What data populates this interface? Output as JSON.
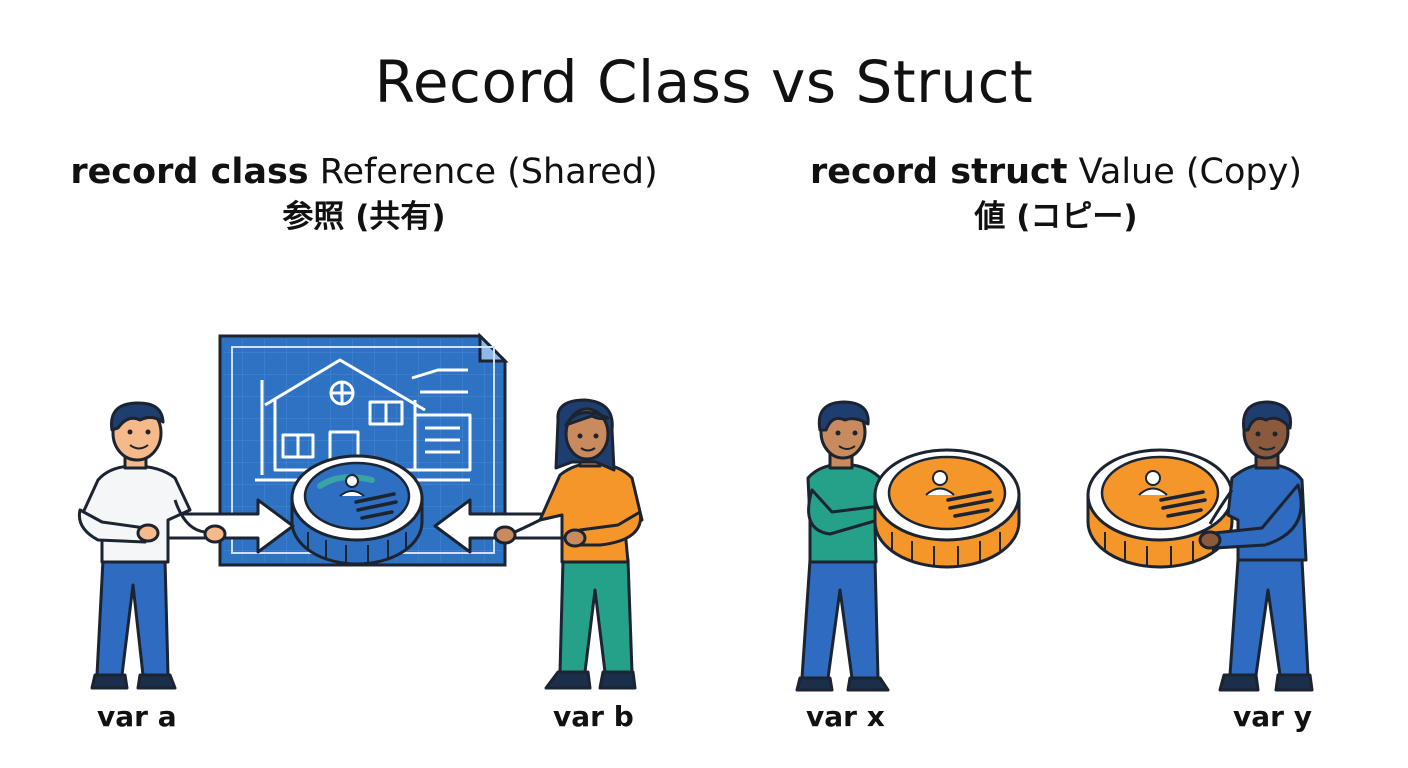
{
  "title": "Record Class vs Struct",
  "left": {
    "keyword": "record class",
    "subtitle": "Reference (Shared)",
    "japanese": "参照 (共有)",
    "var_left": "var a",
    "var_right": "var b"
  },
  "right": {
    "keyword": "record struct",
    "subtitle": "Value (Copy)",
    "japanese": "値 (コピー)",
    "var_left": "var x",
    "var_right": "var y"
  },
  "colors": {
    "blueprint": "#2e72c4",
    "shared_coin": "#2e6fc2",
    "copy_coin": "#f5962a",
    "outline": "#1b2430"
  }
}
